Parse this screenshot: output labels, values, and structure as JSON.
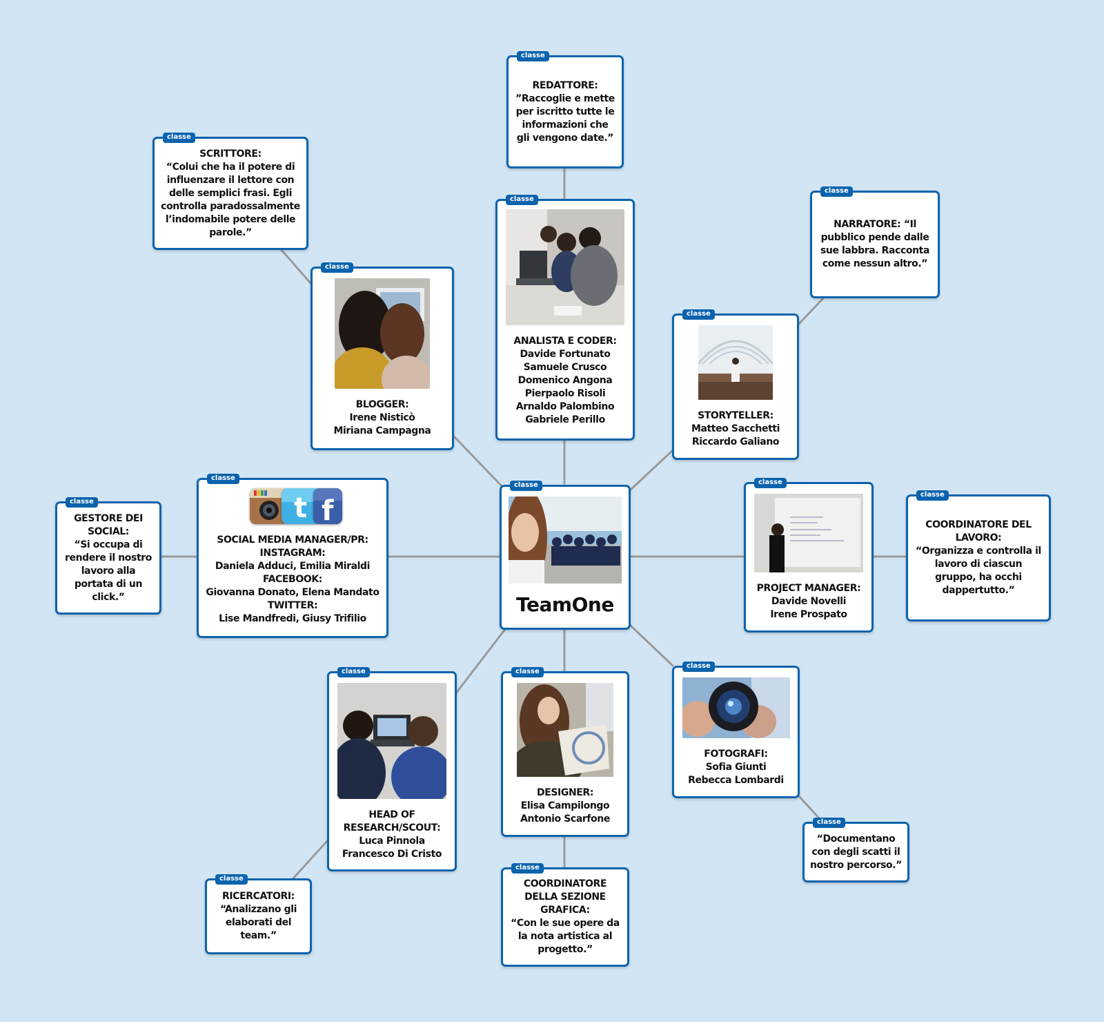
{
  "badge_label": "classe",
  "colors": {
    "background": "#d2e5f4",
    "border": "#0c63ad",
    "connector": "#9a9a9a"
  },
  "nodes": {
    "center": {
      "title": "TeamOne"
    },
    "redattore": {
      "text": "REDATTORE:\n”Raccoglie e mette\nper iscritto tutte le\ninformazioni che\ngli vengono date.”"
    },
    "analista": {
      "text": "ANALISTA E CODER:\nDavide Fortunato\nSamuele Crusco\nDomenico Angona\nPierpaolo Risoli\nArnaldo Palombino\nGabriele Perillo"
    },
    "scrittore": {
      "text": "SCRITTORE:\n“Colui che ha il potere di\ninfluenzare il lettore con\ndelle semplici frasi. Egli\ncontrolla paradossalmente\nl’indomabile potere delle\nparole.”"
    },
    "blogger": {
      "text": "BLOGGER:\nIrene Nisticò\nMiriana Campagna"
    },
    "narratore": {
      "text": "NARRATORE:      “Il\npubblico pende dalle\nsue labbra. Racconta\ncome nessun altro.”"
    },
    "storyteller": {
      "text": "STORYTELLER:\nMatteo Sacchetti\nRiccardo Galiano"
    },
    "gestore": {
      "text": "GESTORE DEI\nSOCIAL:\n“Si occupa di\nrendere il nostro\nlavoro alla\nportata di un\nclick.”"
    },
    "social": {
      "text": "SOCIAL MEDIA MANAGER/PR:\nINSTAGRAM:\nDaniela Adduci, Emilia Miraldi\nFACEBOOK:\nGiovanna Donato, Elena Mandato\nTWITTER:\nLise Mandfredi, Giusy Trifilio"
    },
    "pm": {
      "text": "PROJECT MANAGER:\nDavide Novelli\nIrene Prospato"
    },
    "coordinatore": {
      "text": "COORDINATORE DEL\nLAVORO:\n“Organizza e controlla il\nlavoro di ciascun\ngruppo, ha occhi\ndappertutto.”"
    },
    "research": {
      "text": "HEAD OF\nRESEARCH/SCOUT:\nLuca Pinnola\nFrancesco Di Cristo"
    },
    "ricercatori": {
      "text": "RICERCATORI:\n“Analizzano gli\nelaborati del\nteam.”"
    },
    "designer": {
      "text": "DESIGNER:\nElisa Campilongo\nAntonio Scarfone"
    },
    "grafica": {
      "text": "COORDINATORE\nDELLA SEZIONE\nGRAFICA:\n“Con le sue opere da\nla nota artistica al\nprogetto.”"
    },
    "fotografi": {
      "text": "FOTOGRAFI:\nSofia Giunti\nRebecca Lombardi"
    },
    "documentano": {
      "text": "“Documentano\ncon degli scatti il\nnostro percorso.”"
    }
  }
}
